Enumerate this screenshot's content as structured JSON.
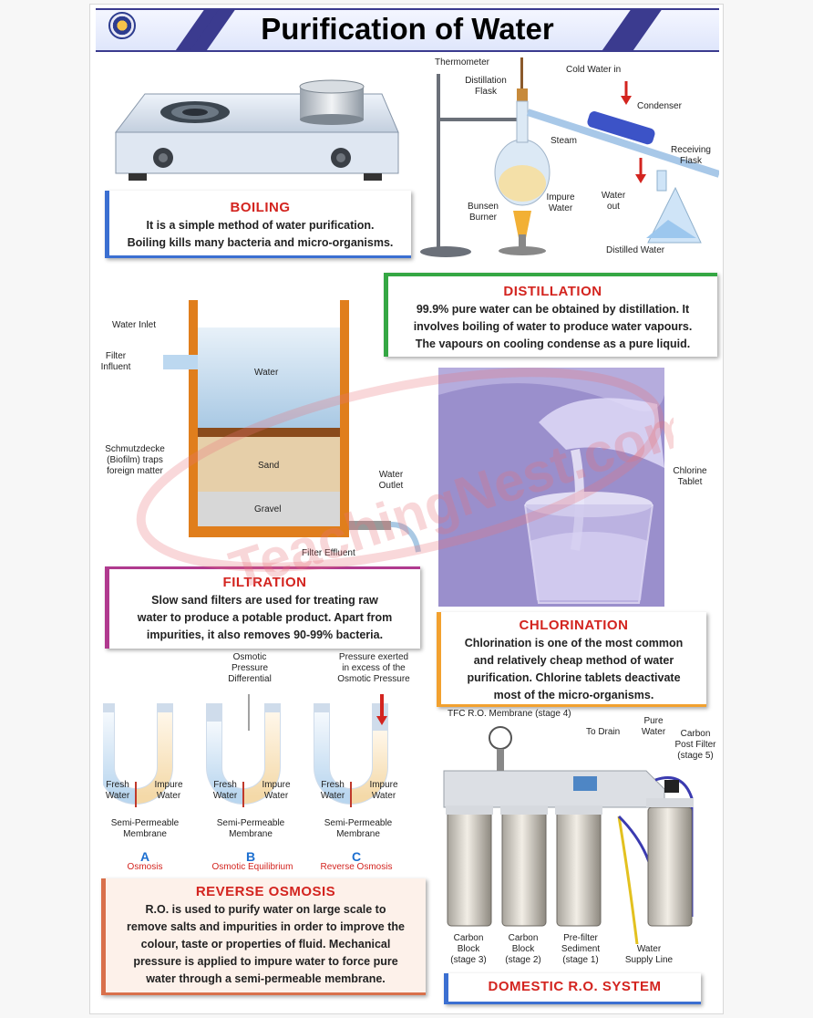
{
  "header": {
    "title": "Purification of Water"
  },
  "sections": {
    "boiling": {
      "heading": "BOILING",
      "line1": "It is a simple method of water purification.",
      "line2": "Boiling kills many bacteria and micro-organisms."
    },
    "distillation": {
      "heading": "DISTILLATION",
      "line1": "99.9% pure water can be obtained by distillation. It",
      "line2": "involves boiling of water to produce water vapours.",
      "line3": "The vapours on cooling condense as a pure liquid."
    },
    "filtration": {
      "heading": "FILTRATION",
      "line1": "Slow sand filters are used for treating raw",
      "line2": "water to produce a potable product. Apart from",
      "line3": "impurities, it also removes 90-99% bacteria."
    },
    "chlorination": {
      "heading": "CHLORINATION",
      "line1": "Chlorination is one of the most common",
      "line2": "and relatively cheap method of water",
      "line3": "purification. Chlorine tablets deactivate",
      "line4": "most of the micro-organisms."
    },
    "reverse_osmosis": {
      "heading": "REVERSE OSMOSIS",
      "line1": "R.O. is used to purify water on large scale to",
      "line2": "remove salts and impurities in order to improve the",
      "line3": "colour, taste or properties of fluid. Mechanical",
      "line4": "pressure is applied to impure water to force pure",
      "line5": "water through a semi-permeable membrane."
    },
    "domestic_ro": {
      "heading": "DOMESTIC R.O. SYSTEM"
    }
  },
  "distillation_labels": {
    "thermometer": "Thermometer",
    "flask1": "Distillation",
    "flask2": "Flask",
    "cold_in": "Cold Water in",
    "condenser": "Condenser",
    "steam": "Steam",
    "receiving1": "Receiving",
    "receiving2": "Flask",
    "bunsen1": "Bunsen",
    "bunsen2": "Burner",
    "impure1": "Impure",
    "impure2": "Water",
    "water_out1": "Water",
    "water_out2": "out",
    "distilled": "Distilled Water"
  },
  "filtration_labels": {
    "water_inlet": "Water Inlet",
    "filter1": "Filter",
    "filter2": "Influent",
    "water": "Water",
    "sand": "Sand",
    "gravel": "Gravel",
    "schmutz1": "Schmutzdecke",
    "schmutz2": "(Biofilm) traps",
    "schmutz3": "foreign matter",
    "outlet1": "Water",
    "outlet2": "Outlet",
    "effluent": "Filter Effluent"
  },
  "chlorination_labels": {
    "tablet1": "Chlorine",
    "tablet2": "Tablet"
  },
  "osmosis": {
    "osmotic1": "Osmotic",
    "osmotic2": "Pressure",
    "osmotic3": "Differential",
    "pressure1": "Pressure exerted",
    "pressure2": "in excess of the",
    "pressure3": "Osmotic Pressure",
    "fresh1": "Fresh",
    "fresh2": "Water",
    "impure1": "Impure",
    "impure2": "Water",
    "membrane1": "Semi-Permeable",
    "membrane2": "Membrane",
    "a_letter": "A",
    "a_cap": "Osmosis",
    "b_letter": "B",
    "b_cap": "Osmotic Equilibrium",
    "c_letter": "C",
    "c_cap": "Reverse Osmosis"
  },
  "ro_labels": {
    "tfc": "TFC R.O. Membrane (stage 4)",
    "to_drain": "To Drain",
    "pure1": "Pure",
    "pure2": "Water",
    "carbon_post1": "Carbon",
    "carbon_post2": "Post Filter",
    "carbon_post3": "(stage 5)",
    "cb3_1": "Carbon",
    "cb3_2": "Block",
    "cb3_3": "(stage 3)",
    "cb2_1": "Carbon",
    "cb2_2": "Block",
    "cb2_3": "(stage 2)",
    "pre1": "Pre-filter",
    "pre2": "Sediment",
    "pre3": "(stage 1)",
    "supply1": "Water",
    "supply2": "Supply Line"
  },
  "watermark": {
    "text": "TeachingNest.com"
  },
  "colors": {
    "heading_red": "#d3241f",
    "header_blue": "#3b3b8f",
    "caption_blue": "#1c6fd0",
    "chlorination_bg": "#9a8fcc"
  }
}
